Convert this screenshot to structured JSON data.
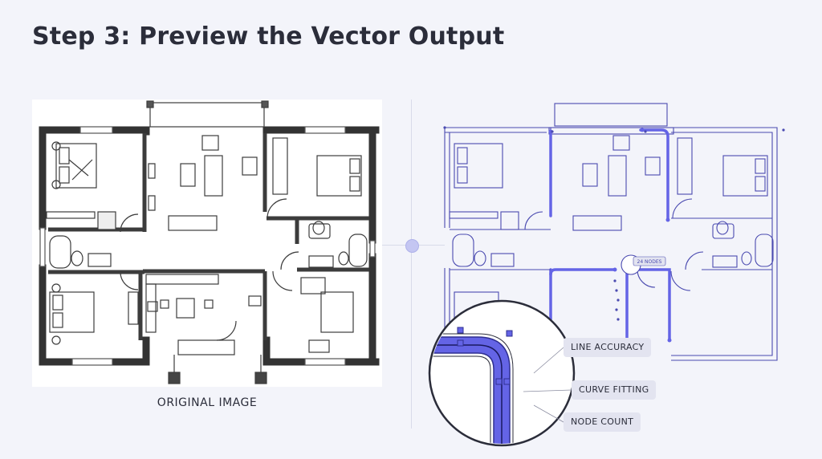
{
  "header": {
    "title": "Step 3: Preview the Vector Output"
  },
  "original": {
    "caption": "ORIGINAL IMAGE"
  },
  "vector": {
    "node_tag": "24 NODES",
    "metrics": [
      "LINE ACCURACY",
      "CURVE FITTING",
      "NODE COUNT"
    ]
  },
  "colors": {
    "background": "#f3f4fa",
    "text": "#2b2d3a",
    "wall_original": "#3c3c3c",
    "vector_line": "#4a4ab0",
    "highlight": "#6464e6",
    "label_bg": "#e3e4f0"
  }
}
